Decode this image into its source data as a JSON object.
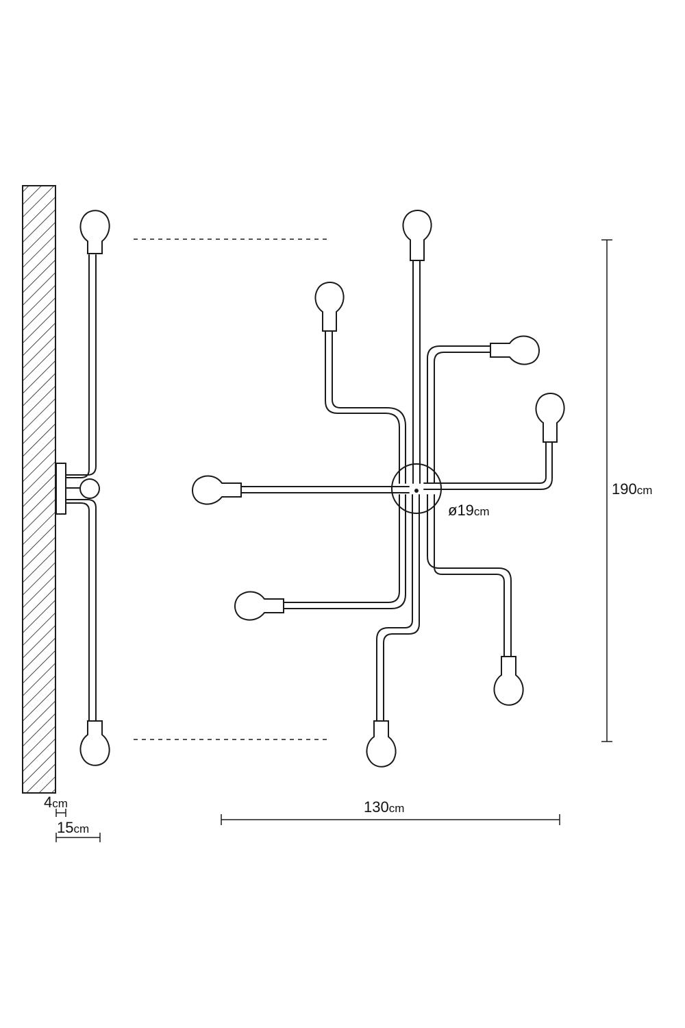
{
  "dimensions": {
    "height": {
      "value": "190",
      "unit": "cm"
    },
    "width": {
      "value": "130",
      "unit": "cm"
    },
    "canopy_diameter": {
      "value": "ø19",
      "unit": "cm"
    },
    "wall_plate_depth": {
      "value": "4",
      "unit": "cm"
    },
    "total_projection": {
      "value": "15",
      "unit": "cm"
    }
  },
  "colors": {
    "line": "#1a1a1a",
    "background": "#ffffff"
  }
}
